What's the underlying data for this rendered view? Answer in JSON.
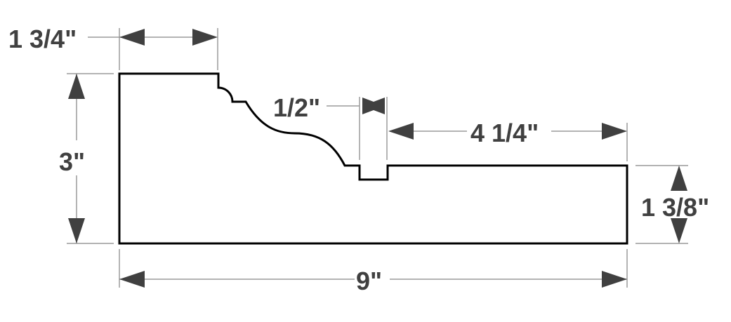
{
  "diagram": {
    "dimensions": {
      "top_width": "1 3/4\"",
      "total_height": "3\"",
      "step_width": "1/2\"",
      "flat_width": "4 1/4\"",
      "base_height": "1 3/8\"",
      "total_width": "9\""
    },
    "colors": {
      "outline": "#000000",
      "dimension_text": "#404040",
      "arrow": "#404040",
      "extension_line": "#9a9a9a"
    }
  }
}
